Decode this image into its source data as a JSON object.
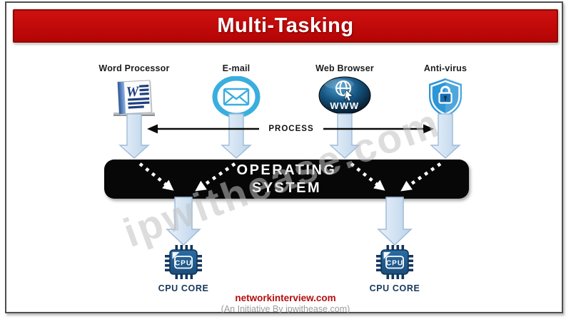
{
  "title": "Multi-Tasking",
  "apps": [
    {
      "label": "Word Processor",
      "icon": "word-processor-icon"
    },
    {
      "label": "E-mail",
      "icon": "email-icon"
    },
    {
      "label": "Web Browser",
      "icon": "web-browser-icon",
      "www": "WWW"
    },
    {
      "label": "Anti-virus",
      "icon": "antivirus-icon"
    }
  ],
  "process_label": "PROCESS",
  "os": {
    "line1": "OPERATING",
    "line2": "SYSTEM"
  },
  "cpu": {
    "chip_label": "CPU",
    "core_label": "CPU CORE"
  },
  "watermark": "ipwithease.com",
  "footer": {
    "site": "networkinterview.com",
    "initiative": "(An Initiative By ipwithease.com)"
  },
  "colors": {
    "banner_red": "#c00606",
    "os_bar_black": "#070707",
    "arrow_light_blue": "#cfe1f3",
    "email_blue": "#3aaede",
    "shield_blue": "#2e96d6",
    "cpu_navy": "#16375d",
    "footer_red": "#b30d0d",
    "watermark_gray": "#c1c1c1"
  }
}
